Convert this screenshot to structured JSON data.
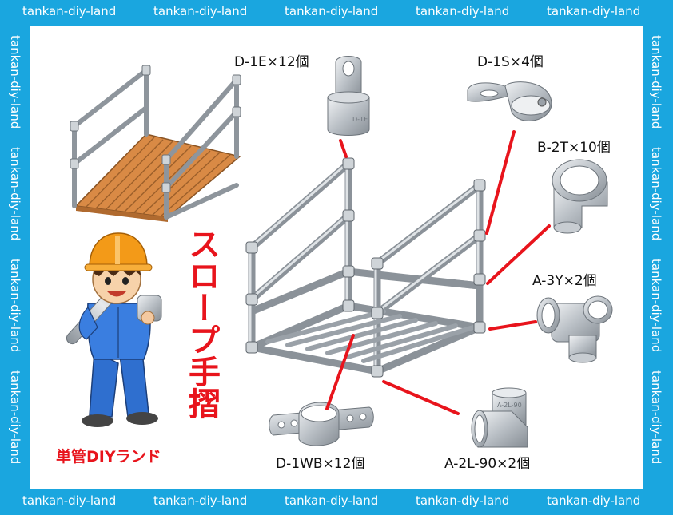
{
  "watermark": "tankan-diy-land",
  "title": "スロープ手摺",
  "brand": "単管DIYランド",
  "parts": [
    {
      "label": "D-1E×12個"
    },
    {
      "label": "D-1S×4個"
    },
    {
      "label": "B-2T×10個"
    },
    {
      "label": "A-3Y×2個"
    },
    {
      "label": "D-1WB×12個"
    },
    {
      "label": "A-2L-90×2個"
    }
  ],
  "fitting_markings": [
    "D-1E",
    "A-2L-90"
  ],
  "colors": {
    "border": "#1aa6df",
    "accent": "#e8141c",
    "pipe": "#b8bec4",
    "deck": "#d98a45"
  }
}
